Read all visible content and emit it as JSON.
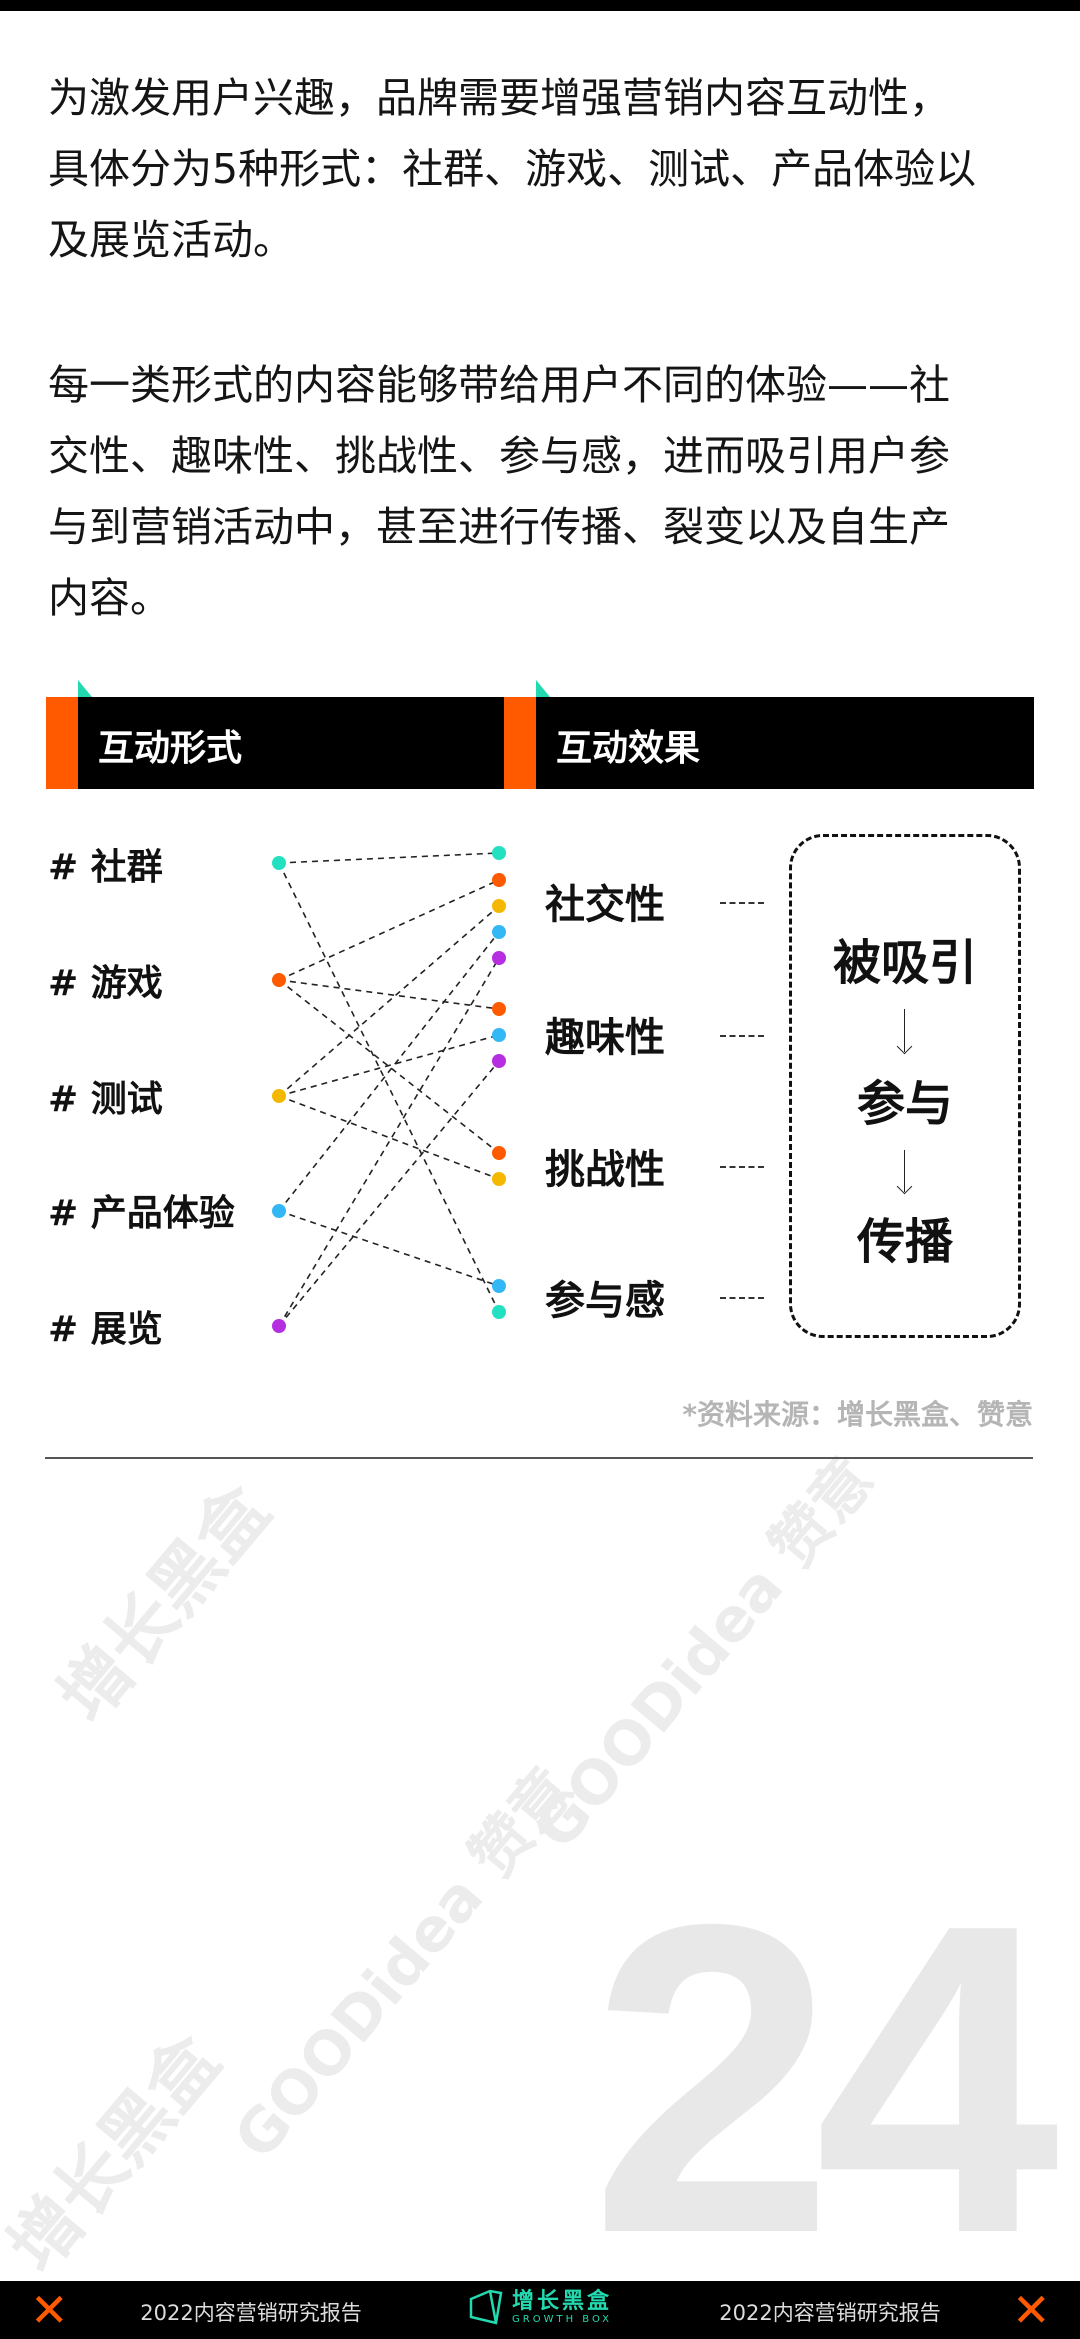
{
  "paragraph1": [
    "为激发用户兴趣，品牌需要增强营销内容互动性，",
    "具体分为5种形式：社群、游戏、测试、产品体验以",
    "及展览活动。"
  ],
  "paragraph2": [
    "每一类形式的内容能够带给用户不同的体验——社",
    "交性、趣味性、挑战性、参与感，进而吸引用户参",
    "与到营销活动中，甚至进行传播、裂变以及自生产",
    "内容。"
  ],
  "diagram": {
    "left_header": "互动形式",
    "right_header": "互动效果",
    "forms": [
      "# 社群",
      "# 游戏",
      "# 测试",
      "# 产品体验",
      "# 展览"
    ],
    "effects": [
      "社交性",
      "趣味性",
      "挑战性",
      "参与感"
    ],
    "flow": [
      "被吸引",
      "参与",
      "传播"
    ],
    "colors": {
      "teal": "#22e0c0",
      "orange": "#ff5a00",
      "yellow": "#f5b800",
      "blue": "#33b8f5",
      "purple": "#b52ee0",
      "accent": "#ff5a00"
    }
  },
  "source_note": "*资料来源：增长黑盒、赞意",
  "page_number": "24",
  "footer": {
    "left_text": "2022内容营销研究报告",
    "right_text": "2022内容营销研究报告",
    "logo_name": "增长黑盒",
    "logo_sub": "GROWTH BOX"
  },
  "watermarks": [
    "增长黑盒",
    "GOODidea 赞意"
  ]
}
